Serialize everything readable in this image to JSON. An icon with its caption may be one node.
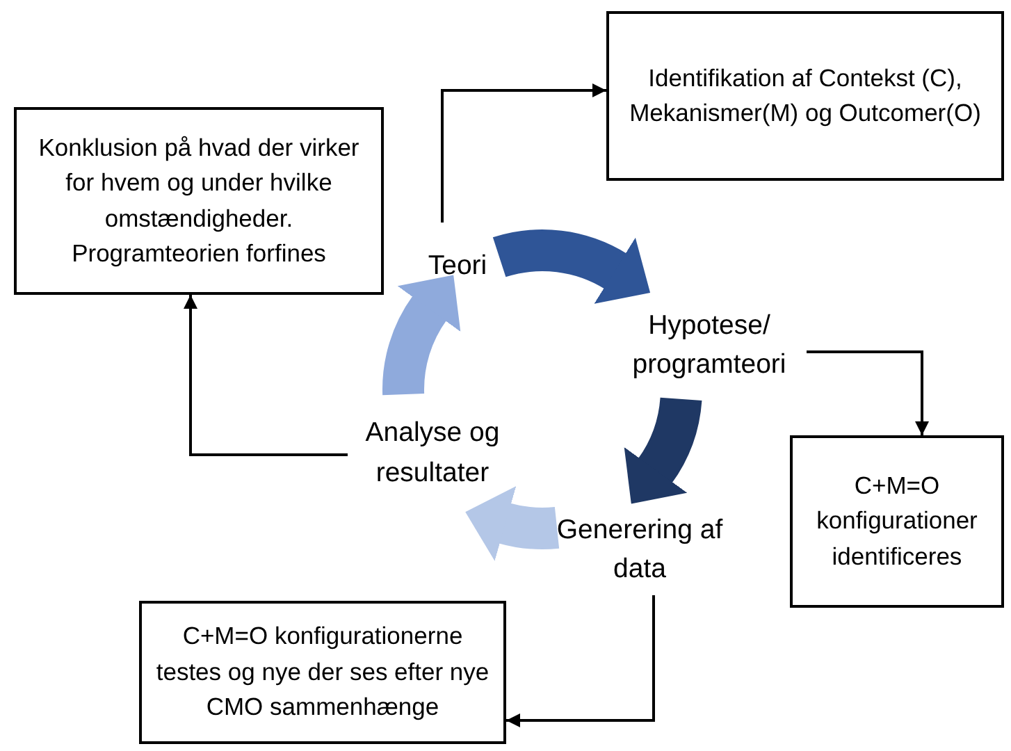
{
  "diagram": {
    "nodes": [
      {
        "text": [
          "Identifikation af Contekst (C), Mekanismer(M) og Outcomer(O)"
        ]
      },
      {
        "text": [
          "Konklusion på hvad der virker for hvem og under hvilke omstændigheder. Programteorien forfines"
        ]
      },
      {
        "text": [
          "Teori"
        ]
      },
      {
        "text": [
          "Hypotese/ programteori"
        ]
      },
      {
        "text": [
          "Generering af data"
        ]
      },
      {
        "text": [
          "Analyse og resultater"
        ]
      },
      {
        "text": [
          "C+M=O konfigurationer identificeres"
        ]
      },
      {
        "text": [
          "C+M=O konfigurationerne testes og nye der ses efter nye CMO sammenhænge"
        ]
      }
    ],
    "edges": [
      {
        "from": 2,
        "to": 0,
        "arrow": "to"
      },
      {
        "from": 3,
        "to": 6,
        "arrow": "to"
      },
      {
        "from": 4,
        "to": 7,
        "arrow": "to"
      },
      {
        "from": 5,
        "to": 1,
        "arrow": "to"
      },
      {
        "from": 2,
        "to": 3,
        "arrow": "to",
        "style": "thick",
        "color": "#2f5597"
      },
      {
        "from": 3,
        "to": 4,
        "arrow": "to",
        "style": "thick",
        "color": "#1f3864"
      },
      {
        "from": 4,
        "to": 5,
        "arrow": "to",
        "style": "thick",
        "color": "#b4c7e7"
      },
      {
        "from": 5,
        "to": 2,
        "arrow": "to",
        "style": "thick",
        "color": "#8faadc"
      }
    ]
  }
}
